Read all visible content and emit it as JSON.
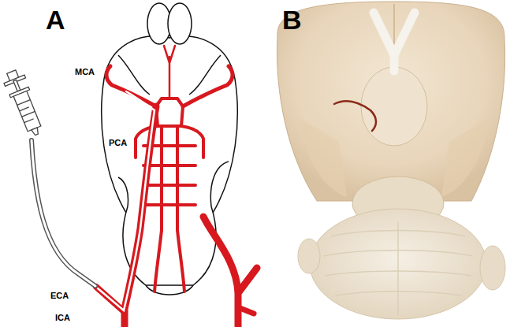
{
  "diagram": {
    "labels": [
      "A",
      "B",
      "MCA",
      "PCA",
      "ECA",
      "ICA"
    ]
  }
}
